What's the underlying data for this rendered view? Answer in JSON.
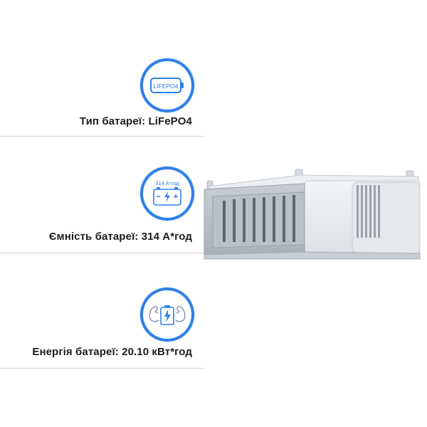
{
  "specs": [
    {
      "icon": "lifepo4-battery-icon",
      "icon_text": "LIFEPO4",
      "label": "Тип батареї: LiFePO4"
    },
    {
      "icon": "battery-capacity-icon",
      "icon_text": "314 A*год",
      "label": "Ємність батареї: 314 А*год"
    },
    {
      "icon": "battery-energy-icon",
      "icon_text": "",
      "label": "Енергія батареї: 20.10 кВт*год"
    }
  ],
  "colors": {
    "accent": "#2f80e8",
    "text": "#1c1c1c",
    "divider": "#cfcfcf"
  }
}
